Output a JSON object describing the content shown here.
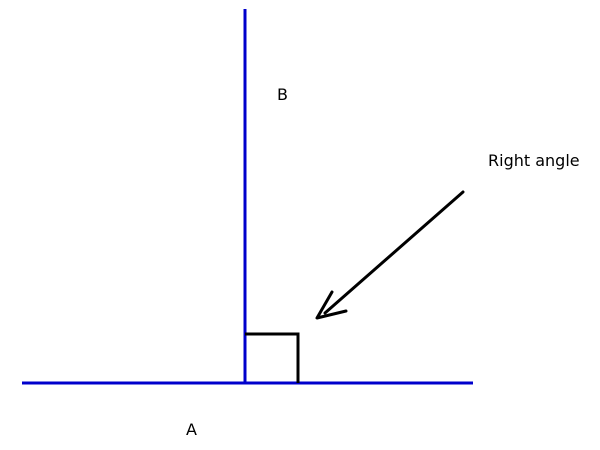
{
  "diagram": {
    "labels": {
      "line_a": "A",
      "line_b": "B",
      "annotation": "Right angle"
    },
    "colors": {
      "lines": "#0000cc",
      "marker": "#000000",
      "arrow": "#000000",
      "text": "#000000",
      "background": "#ffffff"
    }
  }
}
